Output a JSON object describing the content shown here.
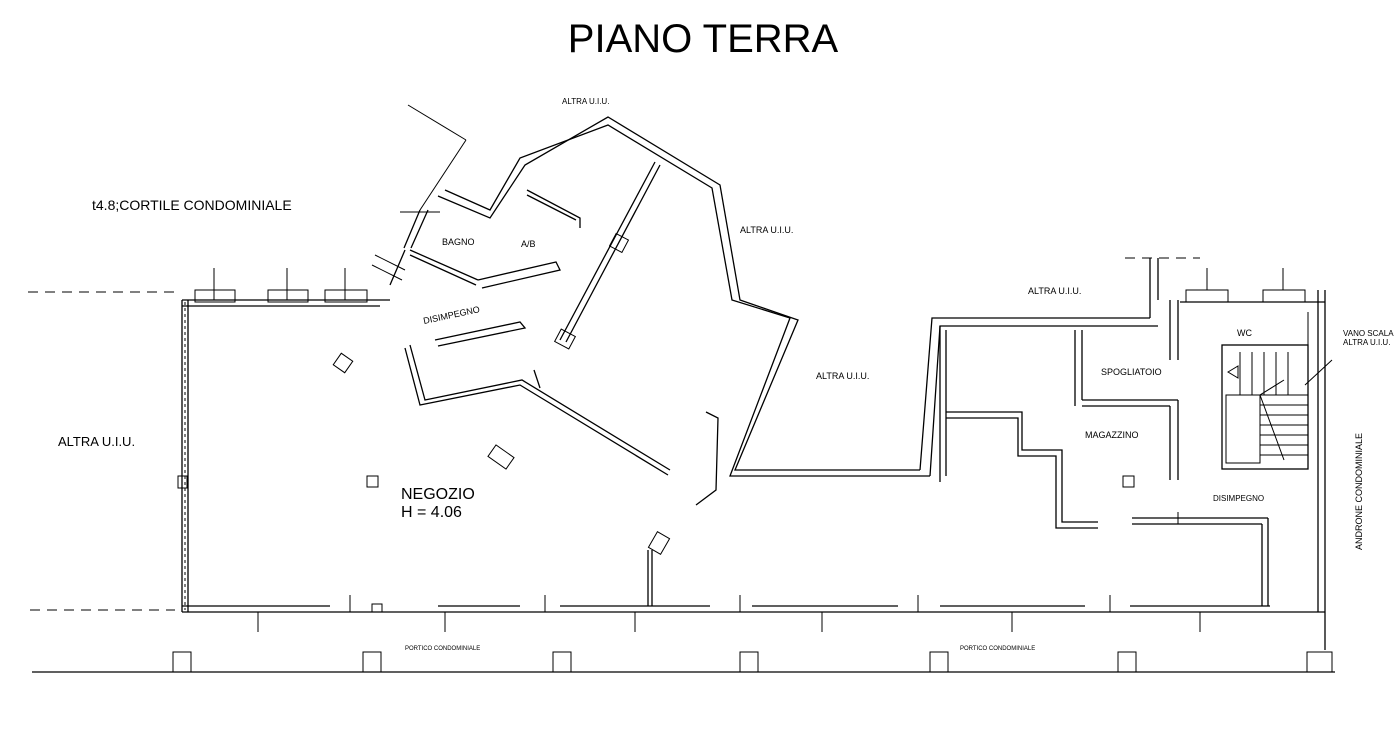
{
  "title": "PIANO TERRA",
  "labels": {
    "altra_top": "ALTRA U.I.U.",
    "altra_right_upper": "ALTRA U.I.U.",
    "altra_center": "ALTRA U.I.U.",
    "altra_mid_right": "ALTRA U.I.U.",
    "altra_left": "ALTRA U.I.U.",
    "cortile": "t4.8;CORTILE CONDOMINIALE",
    "bagno": "BAGNO",
    "ab": "A/B",
    "disimpegno_left": "DISIMPEGNO",
    "negozio": "NEGOZIO",
    "height": "H = 4.06",
    "wc": "WC",
    "spogliatoio": "SPOGLIATOIO",
    "magazzino": "MAGAZZINO",
    "disimpegno_right": "DISIMPEGNO",
    "vano_scala_1": "VANO SCALA",
    "vano_scala_2": "ALTRA U.I.U.",
    "androne": "ANDRONE CONDOMINIALE",
    "portico_left": "PORTICO CONDOMINIALE",
    "portico_right": "PORTICO CONDOMINIALE"
  }
}
